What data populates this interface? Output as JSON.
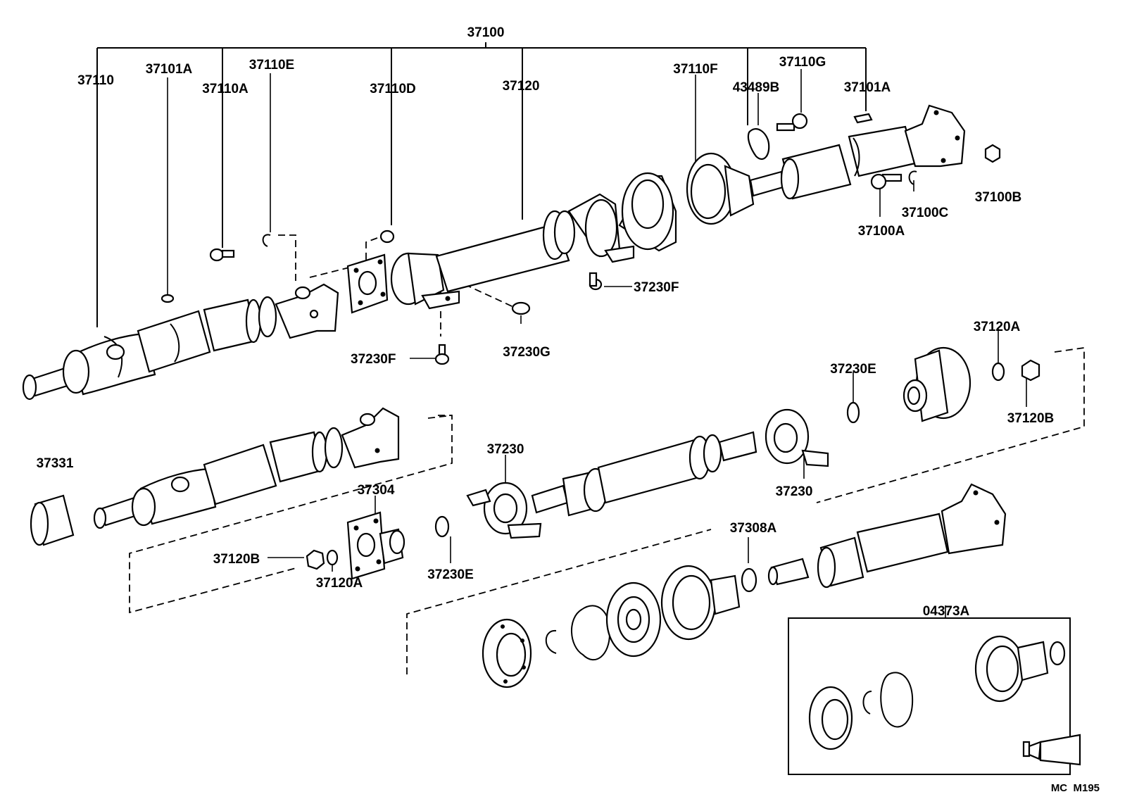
{
  "labels": {
    "assembly": "37100",
    "p37110": "37110",
    "p37101A_left": "37101A",
    "p37110A": "37110A",
    "p37110E": "37110E",
    "p37110D": "37110D",
    "p37120": "37120",
    "p37110F": "37110F",
    "p43489B": "43489B",
    "p37110G": "37110G",
    "p37101A_right": "37101A",
    "p37100B": "37100B",
    "p37100C": "37100C",
    "p37100A": "37100A",
    "p37230F_upper": "37230F",
    "p37230G": "37230G",
    "p37230F_lower": "37230F",
    "p37120A_upper": "37120A",
    "p37230E_upper": "37230E",
    "p37120B_upper": "37120B",
    "p37331": "37331",
    "p37230_left": "37230",
    "p37304": "37304",
    "p37230_right": "37230",
    "p37120B_lower": "37120B",
    "p37120A_lower": "37120A",
    "p37230E_lower": "37230E",
    "p37308A": "37308A",
    "p04373A": "04373A",
    "code": "MC  M195"
  }
}
